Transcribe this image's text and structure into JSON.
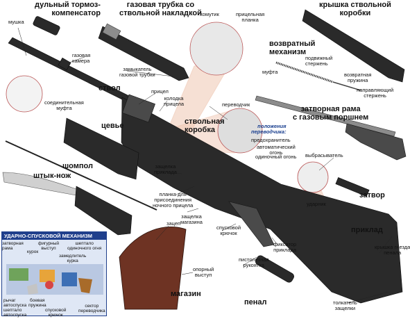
{
  "labels": {
    "muzzle_brake": "дульный тормоз-\nкомпенсатор",
    "mushka": "мушка",
    "gas_tube": "газовая трубка со\nствольной накладкой",
    "khomutik": "хомутик",
    "sight_plate": "прицельная\nпланка",
    "receiver_cover": "крышка ствольной\nкоробки",
    "gas_chamber": "газовая\nкамера",
    "return_spring_mech": "возвратный\nмеханизм",
    "guide_rod": "подвижный\nстержень",
    "mufta": "муфта",
    "return_spring": "возвратная\nпружина",
    "guide_rod_fixed": "направляющий\nстержень",
    "gas_tube_lock": "замыкатель\nгазовой трубки",
    "barrel": "ствол",
    "sight": "прицел",
    "sight_block": "колодка\nприцела",
    "connecting_sleeve": "соединительная\nмуфта",
    "selector": "переводчик",
    "receiver": "ствольная\nкоробка",
    "selector_positions": "положения\nпереводчика:",
    "safety": "предохранитель",
    "auto_fire": "автоматический\nогонь",
    "single_fire": "одиночный огонь",
    "bolt_carrier": "затворная рама\nс газовым поршнем",
    "forend": "цевье",
    "ejector": "выбрасыватель",
    "ramrod": "шомпол",
    "stock_latch": "защелка\nприклада",
    "bayonet": "штык-нож",
    "night_sight_bar": "планка для\nприсоединения\nночного прицела",
    "bolt": "затвор",
    "drummer": "ударник",
    "mag_latch": "защелка\nмагазина",
    "trigger_guard": "спусковой\nкрючок",
    "stock": "приклад",
    "stock_lock": "фиксатор\nприклада",
    "pistol_grip": "пистолетная\nрукоятка",
    "zatsep": "зацеп",
    "support": "опорный\nвыступ",
    "magazine": "магазин",
    "penal": "пенал",
    "penal_cover": "крышка гнезда\nпенала",
    "penal_latch": "толкатель\nзащелки"
  },
  "trigger": {
    "title": "УДАРНО-СПУСКОВОЙ МЕХАНИЗМ",
    "items": {
      "frame": "затворная\nрама",
      "hook": "курок",
      "fig_ledge": "фигурный\nвыступ",
      "sear_single": "шептало\nодиночного огня",
      "retarder": "замедлитель\nкурка",
      "lever": "рычаг\nавтоспуска",
      "main_spring": "боевая\nпружина",
      "sear_auto": "шептало\nавтоспуска",
      "trigger": "спусковой\nкрючок",
      "sector": "сектор\nпереводчика"
    }
  }
}
